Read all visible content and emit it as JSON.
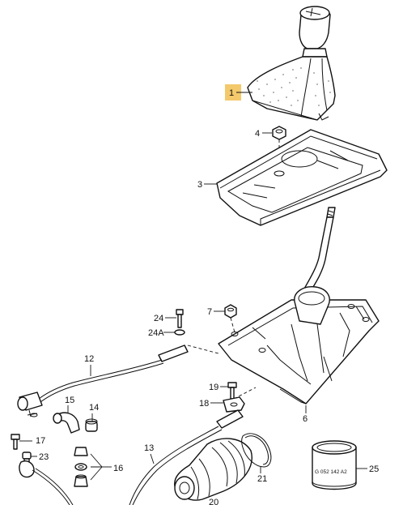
{
  "callouts": {
    "c1": "1",
    "c3": "3",
    "c4": "4",
    "c6": "6",
    "c7": "7",
    "c12": "12",
    "c13": "13",
    "c14": "14",
    "c15": "15",
    "c16": "16",
    "c17": "17",
    "c18": "18",
    "c19": "19",
    "c21": "21",
    "c23": "23",
    "c24": "24",
    "c24a": "24A",
    "c25": "25",
    "c20": "20"
  },
  "part_marking": "G 052 142 A2",
  "highlight_color": "#f3c96b"
}
